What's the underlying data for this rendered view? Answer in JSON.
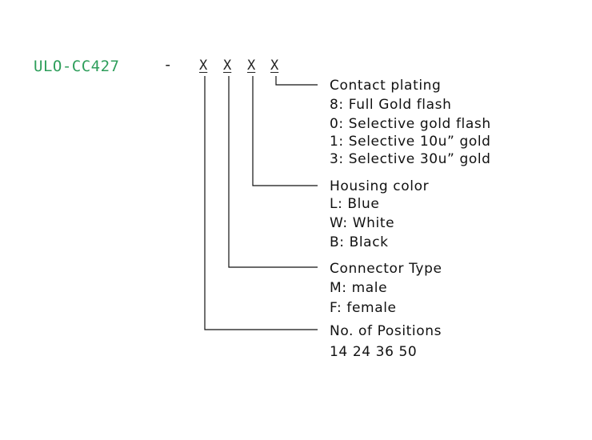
{
  "part_number": {
    "prefix": "ULO-CC427",
    "dash": "-",
    "slots": [
      "X",
      "X",
      "X",
      "X"
    ]
  },
  "contact_plating": {
    "title": "Contact plating",
    "options": [
      "8: Full Gold flash",
      "0: Selective gold flash",
      "1: Selective 10u” gold",
      "3: Selective 30u” gold"
    ]
  },
  "housing_color": {
    "title": "Housing color",
    "options": [
      "L: Blue",
      "W: White",
      "B: Black"
    ]
  },
  "connector_type": {
    "title": "Connector Type",
    "options": [
      "M: male",
      "F: female"
    ]
  },
  "positions": {
    "title": "No. of Positions",
    "values": "14 24 36 50"
  },
  "colors": {
    "prefix": "#2e9e5b",
    "line": "#111111"
  }
}
